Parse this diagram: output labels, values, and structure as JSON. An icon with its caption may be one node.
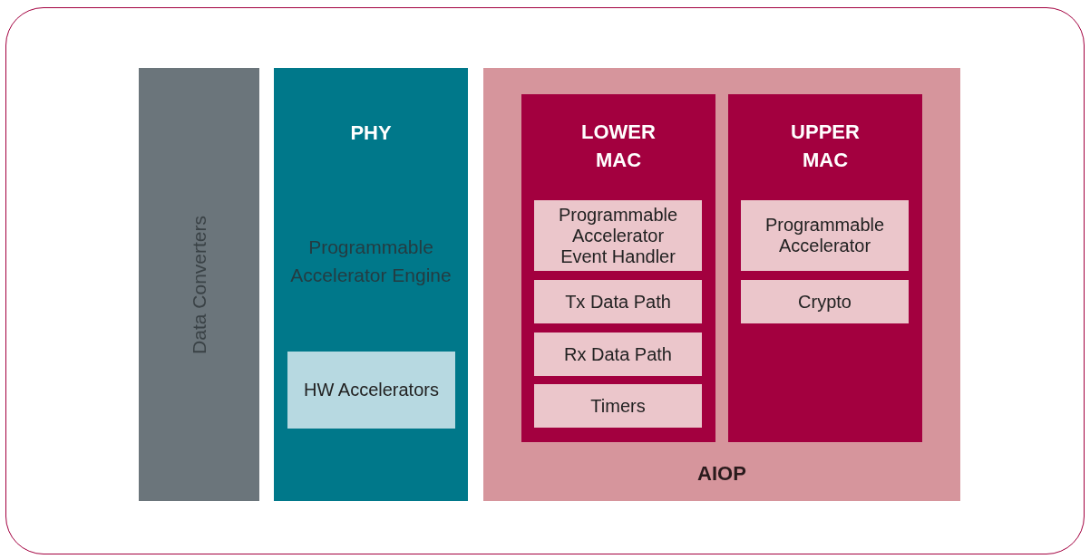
{
  "diagram": {
    "nodes": [
      {
        "text": [
          "Data Converters"
        ]
      },
      {
        "text": [
          "PHY",
          "Programmable Accelerator Engine"
        ]
      },
      {
        "text": [
          "HW Accelerators"
        ],
        "in": 1
      },
      {
        "text": [
          "AIOP"
        ]
      },
      {
        "text": [
          "LOWER MAC"
        ],
        "in": 3
      },
      {
        "text": [
          "Programmable Accelerator Event Handler"
        ],
        "in": 4
      },
      {
        "text": [
          "Tx Data Path"
        ],
        "in": 4
      },
      {
        "text": [
          "Rx Data Path"
        ],
        "in": 4
      },
      {
        "text": [
          "Timers"
        ],
        "in": 4
      },
      {
        "text": [
          "UPPER MAC"
        ],
        "in": 3
      },
      {
        "text": [
          "Programmable Accelerator"
        ],
        "in": 9
      },
      {
        "text": [
          "Crypto"
        ],
        "in": 9
      }
    ],
    "edges": []
  }
}
